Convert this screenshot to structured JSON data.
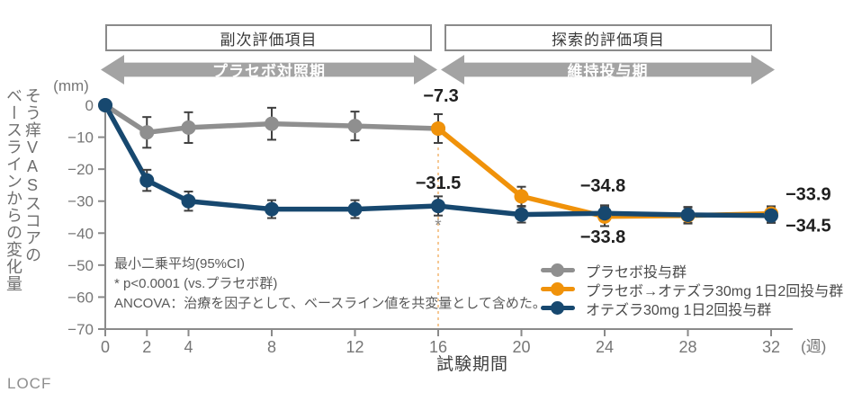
{
  "header": {
    "box_left": "副次評価項目",
    "box_right": "探索的評価項目",
    "arrow_left": "プラセボ対照期",
    "arrow_right": "維持投与期"
  },
  "footnote_lines": [
    "最小二乗平均(95%CI)",
    "* p<0.0001 (vs.プラセボ群)",
    "ANCOVA：治療を因子として、ベースライン値を共変量として含めた。"
  ],
  "locf": "LOCF",
  "legend": [
    {
      "label": "プラセボ投与群",
      "color": "#8F8F8F"
    },
    {
      "label": "プラセボ→オテズラ30mg 1日2回投与群",
      "color": "#F0920A"
    },
    {
      "label": "オテズラ30mg 1日2回投与群",
      "color": "#17486F"
    }
  ],
  "chart_data": {
    "type": "line",
    "title": "",
    "xlabel": "試験期間",
    "x_unit": "(週)",
    "ylabel": "そう痒VASスコアの\nベースラインからの変化量",
    "y_unit": "(mm)",
    "xlim": [
      0,
      32
    ],
    "ylim": [
      -70,
      0
    ],
    "x_ticks": [
      0,
      2,
      4,
      8,
      12,
      16,
      20,
      24,
      28,
      32
    ],
    "y_ticks": [
      0,
      -10,
      -20,
      -30,
      -40,
      -50,
      -60,
      -70
    ],
    "grid": false,
    "legend_position": "bottom-right",
    "series": [
      {
        "name": "プラセボ投与群",
        "color": "#8F8F8F",
        "x": [
          0,
          2,
          4,
          8,
          12,
          16
        ],
        "y": [
          0,
          -8.5,
          -7.0,
          -5.8,
          -6.5,
          -7.3
        ],
        "ci": [
          null,
          4.8,
          4.8,
          5.0,
          4.5,
          null
        ]
      },
      {
        "name": "プラセボ→オテズラ30mg 1日2回投与群",
        "color": "#F0920A",
        "x": [
          16,
          20,
          24,
          28,
          32
        ],
        "y": [
          -7.3,
          -28.5,
          -34.8,
          -34.5,
          -33.9
        ],
        "ci": [
          4.5,
          3.0,
          3.0,
          2.5,
          2.3
        ]
      },
      {
        "name": "オテズラ30mg 1日2回投与群",
        "color": "#17486F",
        "x": [
          0,
          2,
          4,
          8,
          12,
          16,
          20,
          24,
          28,
          32
        ],
        "y": [
          0,
          -23.5,
          -30.0,
          -32.5,
          -32.5,
          -31.5,
          -34.2,
          -33.8,
          -34.3,
          -34.5
        ],
        "ci": [
          null,
          3.3,
          3.0,
          2.8,
          2.8,
          3.0,
          2.5,
          2.5,
          2.5,
          2.3
        ]
      }
    ],
    "separator": {
      "week": 16,
      "from_value": -7.3,
      "color": "#F6C893"
    },
    "annotations": [
      {
        "text": "−7.3",
        "week": 16,
        "value": -7.3,
        "dx": 3,
        "dy": -30,
        "anchor": "middle",
        "size": 20
      },
      {
        "text": "−31.5",
        "week": 16,
        "value": -31.5,
        "dx": 0,
        "dy": -19,
        "anchor": "middle",
        "size": 20
      },
      {
        "text": "−34.8",
        "week": 24,
        "value": -34.8,
        "dx": -2,
        "dy": -28,
        "anchor": "middle",
        "size": 20
      },
      {
        "text": "−33.8",
        "week": 24,
        "value": -33.8,
        "dx": -2,
        "dy": 33,
        "anchor": "middle",
        "size": 20
      },
      {
        "text": "−33.9",
        "week": 32,
        "value": -33.9,
        "dx": 16,
        "dy": -15,
        "anchor": "start",
        "size": 20
      },
      {
        "text": "−34.5",
        "week": 32,
        "value": -34.5,
        "dx": 16,
        "dy": 18,
        "anchor": "start",
        "size": 20
      },
      {
        "text": "*",
        "week": 16,
        "value": -31.5,
        "dx": 0,
        "dy": 28,
        "anchor": "middle",
        "size": 19,
        "color": "#8a8a8a",
        "weight": "400"
      }
    ]
  }
}
